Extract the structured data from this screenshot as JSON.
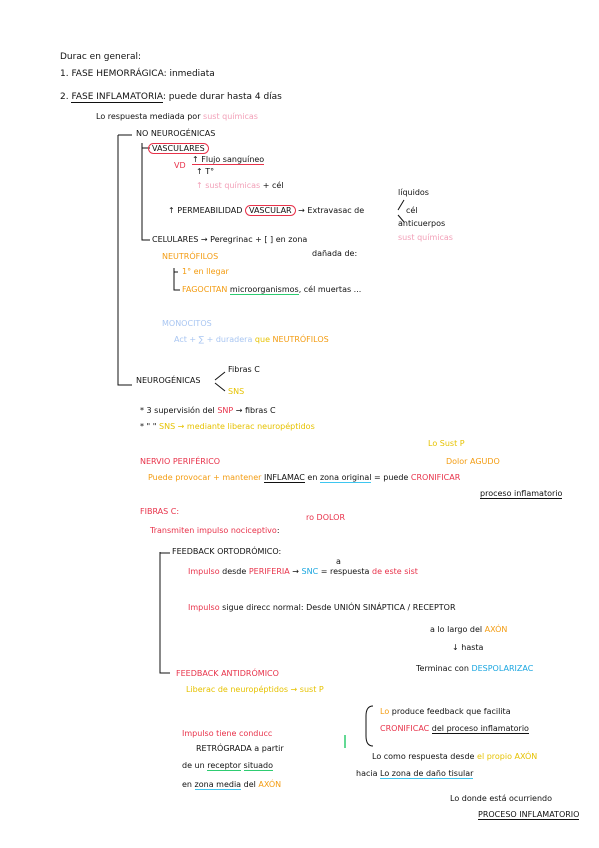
{
  "colors": {
    "black": "#111111",
    "pink": "#f2a0b8",
    "red": "#e8324a",
    "orange": "#f39c12",
    "yellow": "#e6c200",
    "blue": "#a9c6f2",
    "cyan": "#1aa6e0",
    "green": "#2ecc71"
  },
  "intro": "Durac en general:",
  "phase1": "1. FASE HEMORRÁGICA: inmediata",
  "phase2": {
    "num": "2.",
    "name": "FASE INFLAMATORIA",
    "rest": ": puede durar hasta 4 días"
  },
  "resp": {
    "lead": "Lo respuesta mediada por",
    "colored": "sust químicas"
  },
  "noneuro": "NO NEUROGÉNICAS",
  "vasc": {
    "title": "VASCULARES",
    "vd": "VD",
    "flujo": "↑ Flujo sanguíneo",
    "tt": "↑ T°",
    "sust": "↑ sust químicas",
    "cel": "+ cél",
    "perm_lead": "↑ PERMEABILIDAD",
    "perm_circle": "VASCULAR",
    "extra": "→ Extravasac de",
    "liquidos": "líquidos",
    "cel2": "cél",
    "anticuerpos": "anticuerpos",
    "sustq": "sust químicas"
  },
  "celulares": {
    "line1": "CELULARES → Peregrinac + [ ] en zona",
    "line2": "dañada de:",
    "neutro": "NEUTRÓFILOS",
    "first": "1° en llegar",
    "fago": "FAGOCITAN",
    "micro": "microorganismos",
    "fago_rest": ", cél muertas ...",
    "mono": "MONOCITOS",
    "mono_line": {
      "a": "Act + ∑ + duradera",
      "b": "que",
      "c": "NEUTRÓFILOS"
    }
  },
  "neuro": {
    "title": "NEUROGÉNICAS",
    "fibras": "Fibras C",
    "sns": "SNS",
    "l1": {
      "a": "* 3 supervisión del",
      "b": "SNP",
      "c": "→ fibras C"
    },
    "l2": {
      "a": "*      \"        \"",
      "b": "SNS → mediante liberac neuropéptidos"
    },
    "sustp": "Lo Sust P",
    "dolor": "Dolor AGUDO"
  },
  "nervio": {
    "title": "NERVIO PERIFÉRICO",
    "a": "Puede provocar + mantener",
    "b": "INFLAMAC",
    "c": "en",
    "d": "zona original",
    "e": "= puede",
    "f": "CRONIFICAR",
    "g": "proceso inflamatorio"
  },
  "fibrasc": {
    "title": "FIBRAS C:",
    "rdolor": "ro DOLOR",
    "trans": {
      "a": "Transmiten",
      "b": "impulso nociceptivo",
      ":": ":"
    },
    "ortho": "FEEDBACK ORTODRÓMICO:",
    "o1": {
      "a": "Impulso",
      "b": "desde",
      "c": "PERIFERIA",
      "d": "→",
      "e": "SNC",
      "f": "= respuesta",
      "g": "de este sist"
    },
    "arrow_a": "a",
    "o2": {
      "a": "Impulso",
      "b": "sigue direcc normal: Desde UNIÓN SINÁPTICA / RECEPTOR"
    },
    "o3": {
      "a": "a lo largo del",
      "b": "AXÓN"
    },
    "o4": "↓ hasta",
    "o5": {
      "a": "Terminac con",
      "b": "DESPOLARIZAC"
    },
    "anti": "FEEDBACK ANTIDRÓMICO",
    "anti_l": "Liberac de neuropéptidos → sust P",
    "p1": "Impulso tiene conducc",
    "p2": "RETRÓGRADA a partir",
    "p3": {
      "a": "de un",
      "b": "receptor",
      "c": "situado"
    },
    "p4": {
      "a": "en",
      "b": "zona media",
      "c": "del",
      "d": "AXÓN"
    },
    "r1": {
      "a": "Lo",
      "b": "produce feedback que facilita"
    },
    "r2": {
      "a": "CRONIFICAC",
      "b": "del proceso inflamatorio"
    },
    "r3": {
      "a": "Lo como respuesta desde",
      "b": "el propio AXÓN"
    },
    "r4": {
      "a": "hacia",
      "b": "Lo zona de daño tisular"
    },
    "r5": "Lo donde está ocurriendo",
    "r6": "PROCESO INFLAMATORIO"
  }
}
